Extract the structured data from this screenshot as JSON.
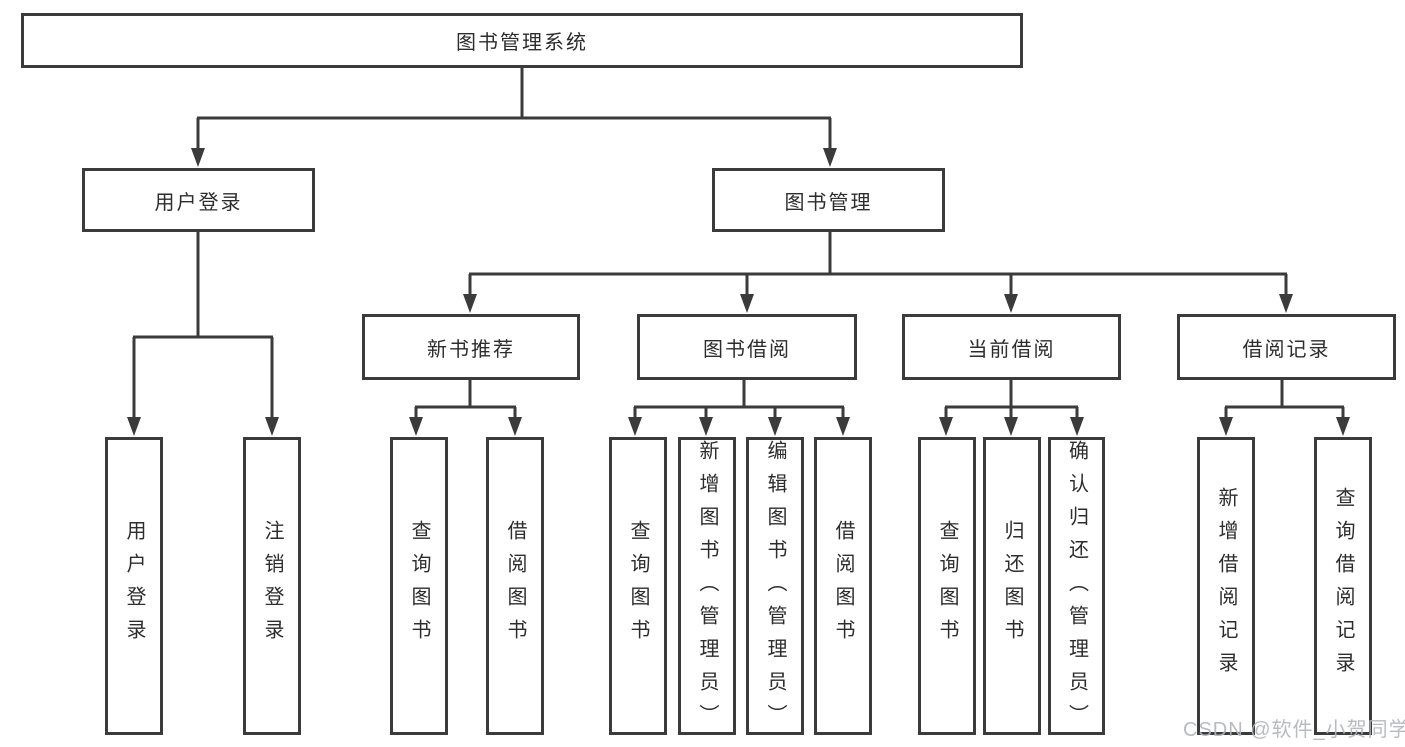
{
  "diagram": {
    "title": "图书管理系统",
    "type": "hierarchy-tree",
    "colors": {
      "line": "#3b3b3b",
      "box_border": "#3b3b3b",
      "text": "#2d2d2d",
      "background": "#ffffff",
      "watermark": "#b2b6bb"
    }
  },
  "tree": {
    "label": "图书管理系统",
    "children": [
      {
        "label": "用户登录",
        "children": [
          {
            "label": "用户登录"
          },
          {
            "label": "注销登录"
          }
        ]
      },
      {
        "label": "图书管理",
        "children": [
          {
            "label": "新书推荐",
            "children": [
              {
                "label": "查询图书"
              },
              {
                "label": "借阅图书"
              }
            ]
          },
          {
            "label": "图书借阅",
            "children": [
              {
                "label": "查询图书"
              },
              {
                "label": "新增图书（管理员）"
              },
              {
                "label": "编辑图书（管理员）"
              },
              {
                "label": "借阅图书"
              }
            ]
          },
          {
            "label": "当前借阅",
            "children": [
              {
                "label": "查询图书"
              },
              {
                "label": "归还图书"
              },
              {
                "label": "确认归还（管理员）"
              }
            ]
          },
          {
            "label": "借阅记录",
            "children": [
              {
                "label": "新增借阅记录"
              },
              {
                "label": "查询借阅记录"
              }
            ]
          }
        ]
      }
    ]
  },
  "watermark": {
    "text": "CSDN @软件_小贺同学"
  }
}
